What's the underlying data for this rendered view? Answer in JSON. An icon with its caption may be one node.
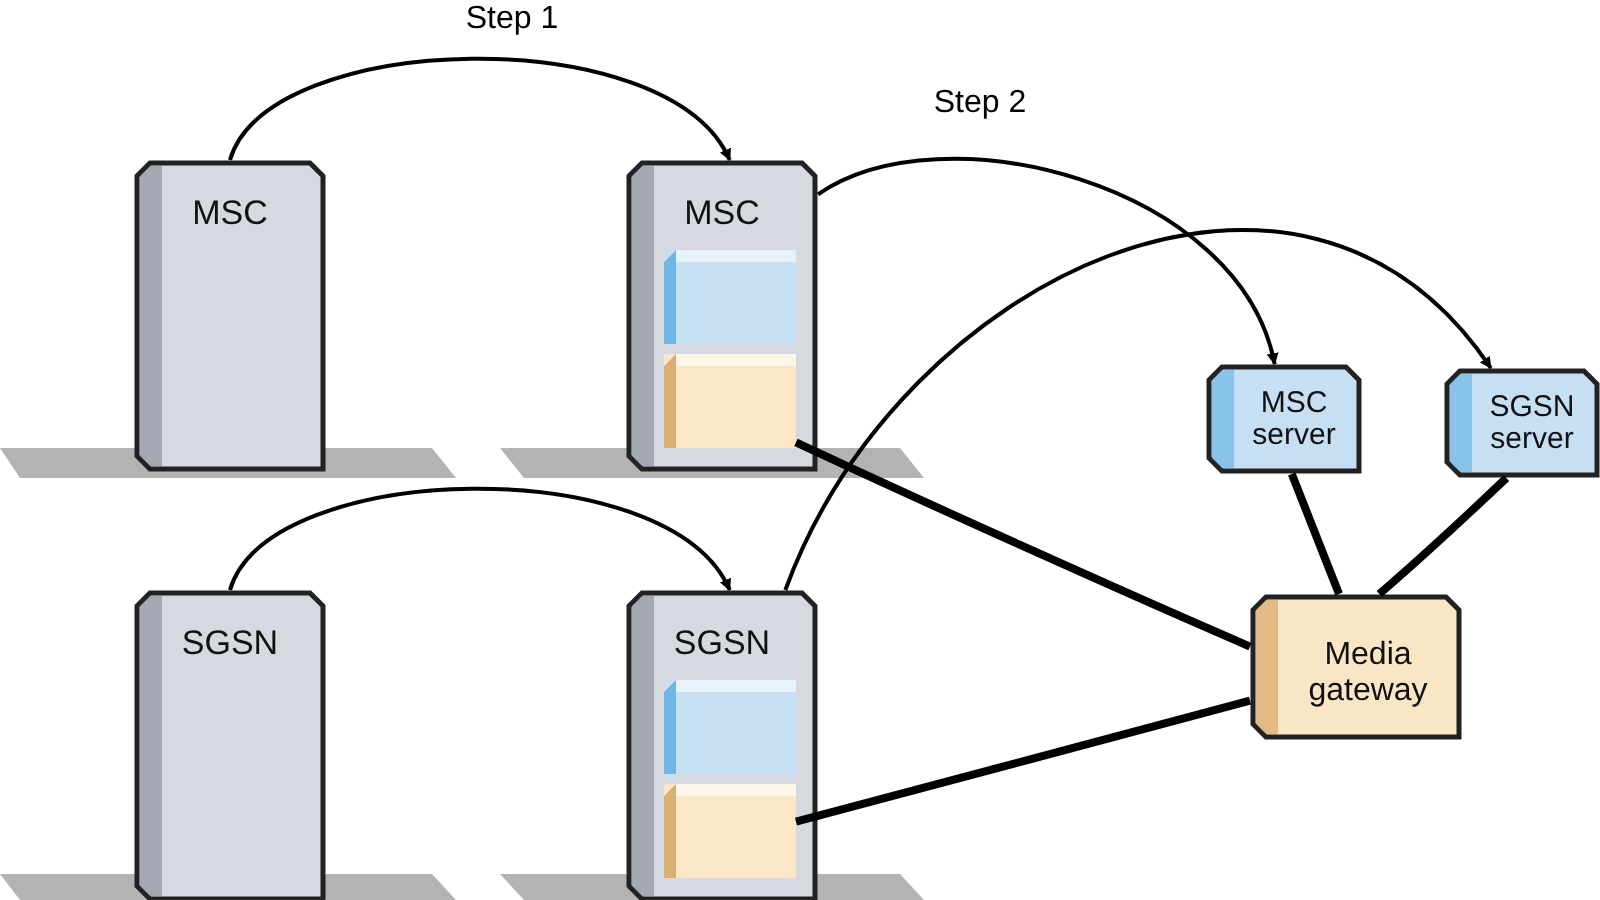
{
  "diagram": {
    "nodes": [
      {
        "text": [
          "MSC"
        ]
      },
      {
        "text": [
          "MSC"
        ]
      },
      {
        "text": [],
        "shape": "box",
        "in": 1
      },
      {
        "text": [],
        "shape": "box",
        "in": 1
      },
      {
        "text": [
          "SGSN"
        ]
      },
      {
        "text": [
          "SGSN"
        ]
      },
      {
        "text": [],
        "shape": "box",
        "in": 5
      },
      {
        "text": [],
        "shape": "box",
        "in": 5
      },
      {
        "text": [
          "MSC server"
        ]
      },
      {
        "text": [
          "SGSN server"
        ]
      },
      {
        "text": [
          "Media gateway"
        ]
      }
    ],
    "edges": [
      {
        "from": 0,
        "to": 1,
        "arrow": "to",
        "label": "Step 1"
      },
      {
        "from": 1,
        "to": 8,
        "arrow": "to",
        "label": "Step 2"
      },
      {
        "from": 4,
        "to": 5,
        "arrow": "to"
      },
      {
        "from": 5,
        "to": 9,
        "arrow": "to"
      },
      {
        "from": 3,
        "to": 10,
        "arrow": "none",
        "style": "thick"
      },
      {
        "from": 7,
        "to": 10,
        "arrow": "none",
        "style": "thick"
      },
      {
        "from": 8,
        "to": 10,
        "arrow": "none",
        "style": "thick"
      },
      {
        "from": 9,
        "to": 10,
        "arrow": "none",
        "style": "thick"
      }
    ]
  }
}
